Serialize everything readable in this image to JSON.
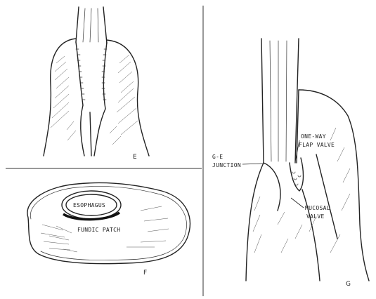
{
  "panels": {
    "e": {
      "letter": "E"
    },
    "f": {
      "letter": "F",
      "label_esophagus": "ESOPHAGUS",
      "label_fundic_patch": "FUNDIC PATCH"
    },
    "g": {
      "letter": "G",
      "label_ge_line1": "G-E",
      "label_ge_line2": "JUNCTION",
      "label_flap_line1": "ONE-WAY",
      "label_flap_line2": "FLAP VALVE",
      "label_mucosal_line1": "MUCOSAL",
      "label_mucosal_line2": "VALVE"
    }
  }
}
